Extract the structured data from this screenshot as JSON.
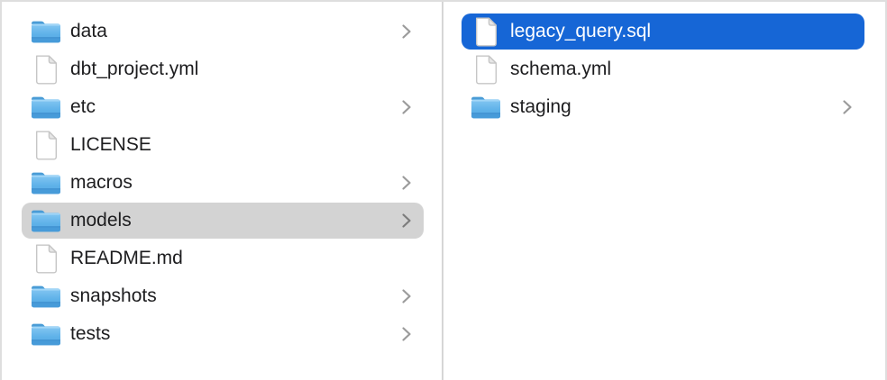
{
  "app": "finder-column-view",
  "colors": {
    "selection_blue": "#1666d6",
    "selection_gray": "#d3d3d3",
    "divider": "#d6d6d6",
    "border": "#dedede",
    "text": "#1d1d1f",
    "text_selected": "#ffffff",
    "chevron": "#9b9b9b",
    "folder_blue": "#5cb0e6"
  },
  "icons": {
    "folder": "folder-icon",
    "document": "document-icon",
    "chevron": "chevron-right-icon"
  },
  "columns": [
    {
      "name": "parent-folder",
      "items": [
        {
          "label": "data",
          "type": "folder",
          "chevron": true,
          "selected": false,
          "selection_style": null
        },
        {
          "label": "dbt_project.yml",
          "type": "file",
          "chevron": false,
          "selected": false,
          "selection_style": null
        },
        {
          "label": "etc",
          "type": "folder",
          "chevron": true,
          "selected": false,
          "selection_style": null
        },
        {
          "label": "LICENSE",
          "type": "file",
          "chevron": false,
          "selected": false,
          "selection_style": null
        },
        {
          "label": "macros",
          "type": "folder",
          "chevron": true,
          "selected": false,
          "selection_style": null
        },
        {
          "label": "models",
          "type": "folder",
          "chevron": true,
          "selected": true,
          "selection_style": "gray"
        },
        {
          "label": "README.md",
          "type": "file",
          "chevron": false,
          "selected": false,
          "selection_style": null
        },
        {
          "label": "snapshots",
          "type": "folder",
          "chevron": true,
          "selected": false,
          "selection_style": null
        },
        {
          "label": "tests",
          "type": "folder",
          "chevron": true,
          "selected": false,
          "selection_style": null
        }
      ]
    },
    {
      "name": "models-folder",
      "items": [
        {
          "label": "legacy_query.sql",
          "type": "file",
          "chevron": false,
          "selected": true,
          "selection_style": "blue"
        },
        {
          "label": "schema.yml",
          "type": "file",
          "chevron": false,
          "selected": false,
          "selection_style": null
        },
        {
          "label": "staging",
          "type": "folder",
          "chevron": true,
          "selected": false,
          "selection_style": null
        }
      ]
    }
  ]
}
